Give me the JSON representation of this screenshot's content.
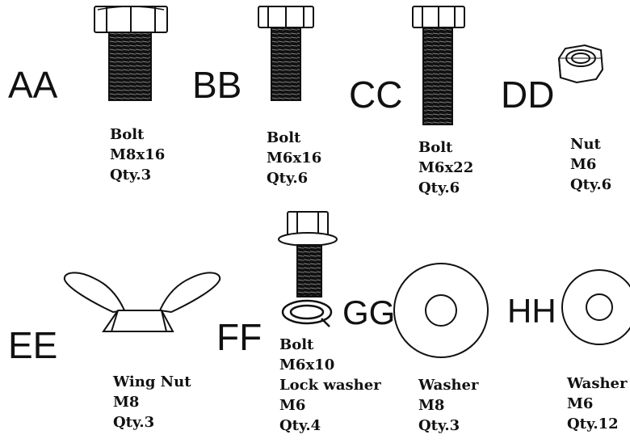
{
  "parts": [
    {
      "code": "AA",
      "lines": [
        "Bolt",
        "M8x16",
        "Qty.3"
      ]
    },
    {
      "code": "BB",
      "lines": [
        "Bolt",
        "M6x16",
        "Qty.6"
      ]
    },
    {
      "code": "CC",
      "lines": [
        "Bolt",
        "M6x22",
        "Qty.6"
      ]
    },
    {
      "code": "DD",
      "lines": [
        "Nut",
        "M6",
        "Qty.6"
      ]
    },
    {
      "code": "EE",
      "lines": [
        "Wing Nut",
        "M8",
        "Qty.3"
      ]
    },
    {
      "code": "FF",
      "lines": [
        "Bolt",
        "M6x10",
        "Lock washer",
        "M6",
        "Qty.4"
      ]
    },
    {
      "code": "GG",
      "lines": [
        "Washer",
        "M8",
        "Qty.3"
      ]
    },
    {
      "code": "HH",
      "lines": [
        "Washer",
        "M6",
        "Qty.12"
      ]
    }
  ]
}
